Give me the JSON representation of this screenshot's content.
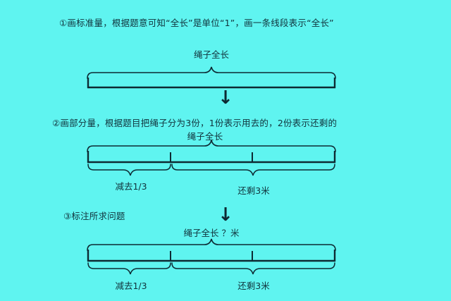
{
  "page": {
    "background_color": "#5ff4f0",
    "ink_color": "#0d2a33"
  },
  "steps": [
    {
      "id": "step-1",
      "text": "①画标准量，根据题意可知“全长”是单位“1”，画一条线段表示“全长”"
    },
    {
      "id": "step-2",
      "line1": "②画部分量，根据题目把绳子分为3份，1份表示用去的，2份表示还剩的",
      "line2": "绳子全长"
    },
    {
      "id": "step-3",
      "text": "③标注所求问题"
    }
  ],
  "arrows": [
    {
      "id": "arrow-1",
      "glyph": "↓",
      "name": "down-arrow-icon"
    },
    {
      "id": "arrow-2",
      "glyph": "↓",
      "name": "down-arrow-icon"
    }
  ],
  "diagrams": [
    {
      "id": "diagram-1",
      "top_label": "绳子全长",
      "segments": 1,
      "tick_count": 0,
      "bottom_labels": []
    },
    {
      "id": "diagram-2",
      "top_label": "",
      "segments": 3,
      "tick_count": 2,
      "bottom_labels": [
        {
          "text": "减去1/3",
          "span_start": 0,
          "span_end": 1
        },
        {
          "text": "还剩3米",
          "span_start": 1,
          "span_end": 3
        }
      ]
    },
    {
      "id": "diagram-3",
      "top_label": "绳子全长 ？米",
      "segments": 3,
      "tick_count": 2,
      "bottom_labels": [
        {
          "text": "减去1/3",
          "span_start": 0,
          "span_end": 1
        },
        {
          "text": "还剩3米",
          "span_start": 1,
          "span_end": 3
        }
      ]
    }
  ]
}
